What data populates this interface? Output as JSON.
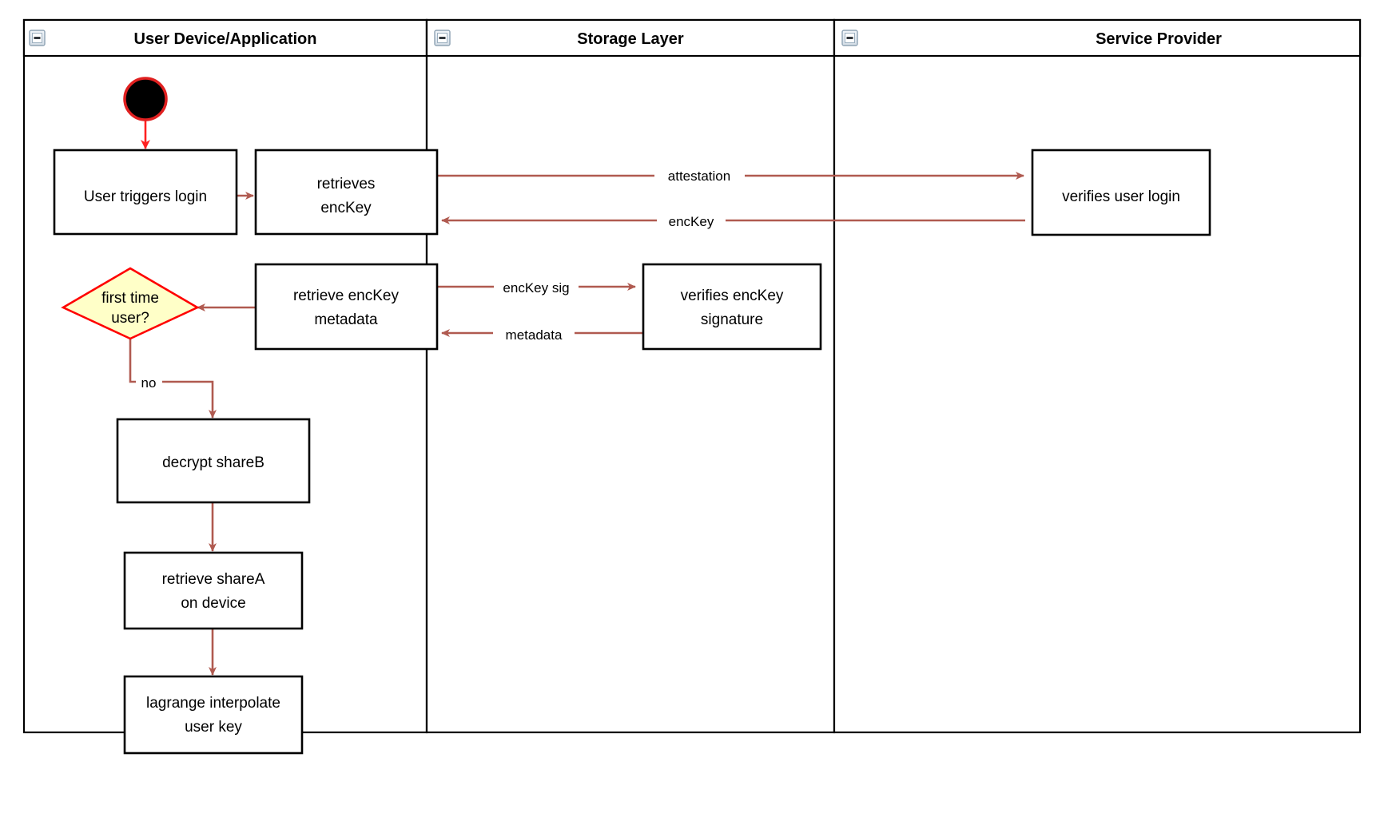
{
  "diagram": {
    "type": "uml-activity-swimlane",
    "title": "",
    "background": "#ffffff",
    "colors": {
      "lane_border": "#000000",
      "node_border": "#000000",
      "node_fill": "#ffffff",
      "edge": "#b05a50",
      "start_edge": "#ff2020",
      "decision_fill": "#ffffc8",
      "decision_border": "#ff0000",
      "text": "#000000"
    }
  },
  "lanes": [
    {
      "id": "lane-user-device",
      "title": "User Device/Application",
      "collapse_icon": "minus-icon"
    },
    {
      "id": "lane-storage",
      "title": "Storage Layer",
      "collapse_icon": "minus-icon"
    },
    {
      "id": "lane-service-provider",
      "title": "Service Provider",
      "collapse_icon": "minus-icon"
    }
  ],
  "nodes": [
    {
      "id": "start",
      "kind": "initial-node",
      "label": "",
      "lane": "lane-user-device"
    },
    {
      "id": "user-triggers-login",
      "kind": "activity",
      "label": "User triggers login",
      "lane": "lane-user-device"
    },
    {
      "id": "retrieves-enckey",
      "kind": "activity",
      "label": "retrieves\nencKey",
      "line1": "retrieves",
      "line2": "encKey",
      "lane": "lane-user-device"
    },
    {
      "id": "retrieve-enckey-metadata",
      "kind": "activity",
      "label": "retrieve encKey\nmetadata",
      "line1": "retrieve encKey",
      "line2": "metadata",
      "lane": "lane-user-device"
    },
    {
      "id": "first-time-user",
      "kind": "decision",
      "label": "first time\nuser?",
      "line1": "first time",
      "line2": "user?",
      "lane": "lane-user-device"
    },
    {
      "id": "decrypt-shareb",
      "kind": "activity",
      "label": "decrypt shareB",
      "line1": "decrypt shareB",
      "line2": "",
      "lane": "lane-user-device"
    },
    {
      "id": "retrieve-sharea-on-device",
      "kind": "activity",
      "label": "retrieve shareA\non device",
      "line1": "retrieve shareA",
      "line2": "on device",
      "lane": "lane-user-device"
    },
    {
      "id": "lagrange-interpolate-user-key",
      "kind": "activity",
      "label": "lagrange interpolate\nuser key",
      "line1": "lagrange interpolate",
      "line2": "user key",
      "lane": "lane-user-device"
    },
    {
      "id": "verifies-enckey-signature",
      "kind": "activity",
      "label": "verifies encKey\nsignature",
      "line1": "verifies encKey",
      "line2": "signature",
      "lane": "lane-storage"
    },
    {
      "id": "verifies-user-login",
      "kind": "activity",
      "label": "verifies user login",
      "line1": "verifies user login",
      "line2": "",
      "lane": "lane-service-provider"
    }
  ],
  "edges": [
    {
      "id": "edge-start-to-login",
      "from": "start",
      "to": "user-triggers-login",
      "label": ""
    },
    {
      "id": "edge-login-to-retrieves",
      "from": "user-triggers-login",
      "to": "retrieves-enckey",
      "label": ""
    },
    {
      "id": "edge-attestation",
      "from": "retrieves-enckey",
      "to": "verifies-user-login",
      "label": "attestation"
    },
    {
      "id": "edge-enckey",
      "from": "verifies-user-login",
      "to": "retrieves-enckey",
      "label": "encKey"
    },
    {
      "id": "edge-enckey-sig",
      "from": "retrieve-enckey-metadata",
      "to": "verifies-enckey-signature",
      "label": "encKey sig"
    },
    {
      "id": "edge-metadata",
      "from": "verifies-enckey-signature",
      "to": "retrieve-enckey-metadata",
      "label": "metadata"
    },
    {
      "id": "edge-metadata-to-decision",
      "from": "retrieve-enckey-metadata",
      "to": "first-time-user",
      "label": ""
    },
    {
      "id": "edge-decision-no",
      "from": "first-time-user",
      "to": "decrypt-shareb",
      "label": "no"
    },
    {
      "id": "edge-decrypt-to-sharea",
      "from": "decrypt-shareb",
      "to": "retrieve-sharea-on-device",
      "label": ""
    },
    {
      "id": "edge-sharea-to-lagrange",
      "from": "retrieve-sharea-on-device",
      "to": "lagrange-interpolate-user-key",
      "label": ""
    }
  ]
}
